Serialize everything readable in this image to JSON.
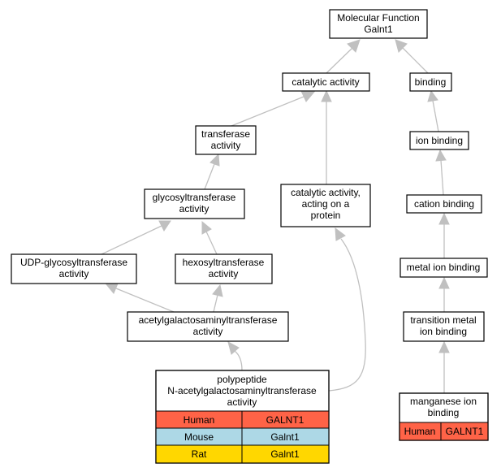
{
  "colors": {
    "human": "#ff6347",
    "mouse": "#add8e6",
    "rat": "#ffd700",
    "edge": "#c0c0c0"
  },
  "nodes": {
    "molecular_function": {
      "lines": [
        "Molecular Function",
        "Galnt1"
      ]
    },
    "catalytic_activity": {
      "lines": [
        "catalytic activity"
      ]
    },
    "binding": {
      "lines": [
        "binding"
      ]
    },
    "transferase_activity": {
      "lines": [
        "transferase",
        "activity"
      ]
    },
    "ion_binding": {
      "lines": [
        "ion binding"
      ]
    },
    "glycosyltransferase_activity": {
      "lines": [
        "glycosyltransferase",
        "activity"
      ]
    },
    "catalytic_activity_protein": {
      "lines": [
        "catalytic activity,",
        "acting on a",
        "protein"
      ]
    },
    "cation_binding": {
      "lines": [
        "cation binding"
      ]
    },
    "udp_glycosyltransferase_activity": {
      "lines": [
        "UDP-glycosyltransferase",
        "activity"
      ]
    },
    "hexosyltransferase_activity": {
      "lines": [
        "hexosyltransferase",
        "activity"
      ]
    },
    "metal_ion_binding": {
      "lines": [
        "metal ion binding"
      ]
    },
    "acetylgalactosaminyltransferase_activity": {
      "lines": [
        "acetylgalactosaminyltransferase",
        "activity"
      ]
    },
    "transition_metal_ion_binding": {
      "lines": [
        "transition metal",
        "ion binding"
      ]
    },
    "polypeptide_activity": {
      "lines": [
        "polypeptide",
        "N-acetylgalactosaminyltransferase",
        "activity"
      ],
      "rows": [
        {
          "species": "Human",
          "gene": "GALNT1"
        },
        {
          "species": "Mouse",
          "gene": "Galnt1"
        },
        {
          "species": "Rat",
          "gene": "Galnt1"
        }
      ]
    },
    "manganese_ion_binding": {
      "lines": [
        "manganese ion",
        "binding"
      ],
      "rows": [
        {
          "species": "Human",
          "gene": "GALNT1"
        }
      ]
    }
  }
}
